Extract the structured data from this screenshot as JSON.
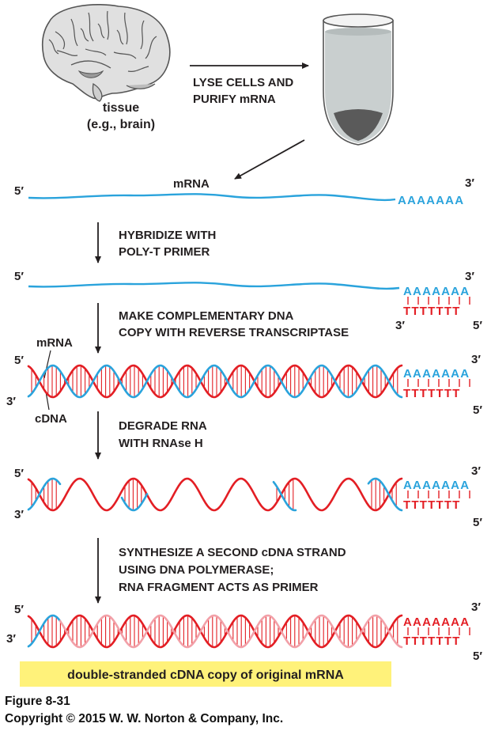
{
  "colors": {
    "rna": "#2aa3dc",
    "dna": "#e31e24",
    "second_strand": "#f2a0a8",
    "result_bar": "#fff27a",
    "text": "#231f20"
  },
  "source": {
    "label_line1": "tissue",
    "label_line2": "(e.g., brain)"
  },
  "step0": {
    "line1": "LYSE CELLS AND",
    "line2": "PURIFY mRNA"
  },
  "row1": {
    "five": "5′",
    "three": "3′",
    "strand_label": "mRNA",
    "tail": "AAAAAAA"
  },
  "step1": {
    "line1": "HYBRIDIZE WITH",
    "line2": "POLY-T PRIMER"
  },
  "row2": {
    "five": "5′",
    "three": "3′",
    "tail_a": "AAAAAAA",
    "tail_t": "TTTTTTT",
    "primer_three": "3′",
    "primer_five": "5′"
  },
  "step2": {
    "line1": "MAKE COMPLEMENTARY DNA",
    "line2": "COPY WITH REVERSE TRANSCRIPTASE"
  },
  "row3": {
    "five": "5′",
    "three_left": "3′",
    "three_right": "3′",
    "five_right": "5′",
    "label_mrna": "mRNA",
    "label_cdna": "cDNA",
    "tail_a": "AAAAAAA",
    "tail_t": "TTTTTTT"
  },
  "step3": {
    "line1": "DEGRADE RNA",
    "line2": "WITH RNAse H"
  },
  "row4": {
    "five": "5′",
    "three_left": "3′",
    "three_right": "3′",
    "five_right": "5′",
    "tail_a": "AAAAAAA",
    "tail_t": "TTTTTTT"
  },
  "step4": {
    "line1": "SYNTHESIZE A SECOND cDNA STRAND",
    "line2": "USING DNA POLYMERASE;",
    "line3": "RNA FRAGMENT ACTS AS PRIMER"
  },
  "row5": {
    "five": "5′",
    "three_left": "3′",
    "three_right": "3′",
    "five_right": "5′",
    "tail_a": "AAAAAAA",
    "tail_t": "TTTTTTT"
  },
  "result": {
    "label": "double-stranded cDNA copy of original mRNA"
  },
  "caption": {
    "figure": "Figure 8-31",
    "copyright": "Copyright © 2015 W. W. Norton & Company, Inc."
  }
}
